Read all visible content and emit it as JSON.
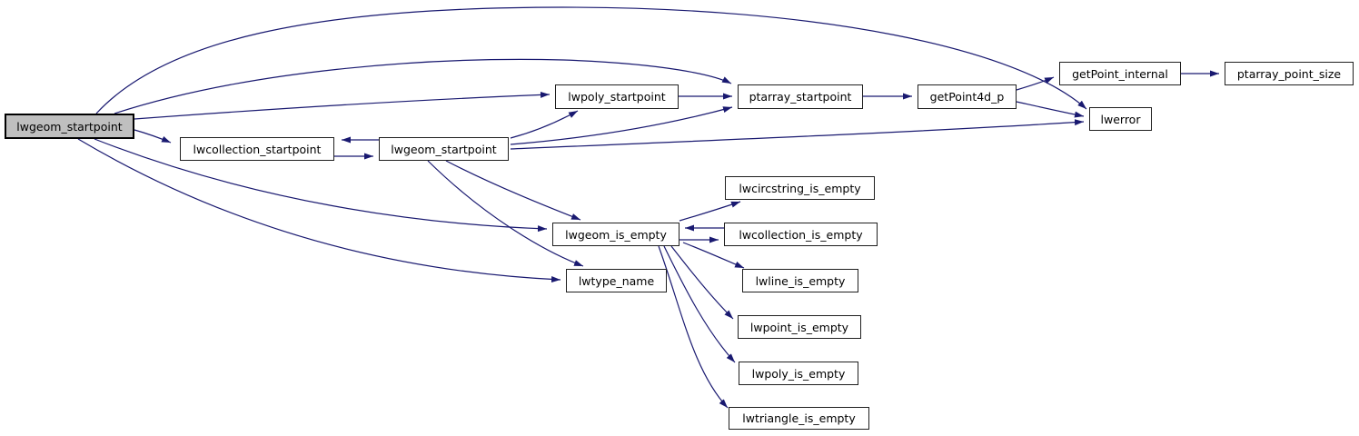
{
  "diagram": {
    "type": "call-graph",
    "edge_color": "#191970",
    "node_border_color": "#1f1f1f",
    "highlight_fill": "#bfbfbf",
    "nodes": [
      {
        "id": "lwgeom_startpoint_main",
        "label": "lwgeom_startpoint",
        "highlighted": true
      },
      {
        "id": "lwcollection_startpoint",
        "label": "lwcollection_startpoint",
        "highlighted": false
      },
      {
        "id": "lwgeom_startpoint",
        "label": "lwgeom_startpoint",
        "highlighted": false
      },
      {
        "id": "lwpoly_startpoint",
        "label": "lwpoly_startpoint",
        "highlighted": false
      },
      {
        "id": "ptarray_startpoint",
        "label": "ptarray_startpoint",
        "highlighted": false
      },
      {
        "id": "getPoint4d_p",
        "label": "getPoint4d_p",
        "highlighted": false
      },
      {
        "id": "getPoint_internal",
        "label": "getPoint_internal",
        "highlighted": false
      },
      {
        "id": "ptarray_point_size",
        "label": "ptarray_point_size",
        "highlighted": false
      },
      {
        "id": "lwerror",
        "label": "lwerror",
        "highlighted": false
      },
      {
        "id": "lwgeom_is_empty",
        "label": "lwgeom_is_empty",
        "highlighted": false
      },
      {
        "id": "lwcollection_is_empty",
        "label": "lwcollection_is_empty",
        "highlighted": false
      },
      {
        "id": "lwtype_name",
        "label": "lwtype_name",
        "highlighted": false
      },
      {
        "id": "lwcircstring_is_empty",
        "label": "lwcircstring_is_empty",
        "highlighted": false
      },
      {
        "id": "lwline_is_empty",
        "label": "lwline_is_empty",
        "highlighted": false
      },
      {
        "id": "lwpoint_is_empty",
        "label": "lwpoint_is_empty",
        "highlighted": false
      },
      {
        "id": "lwpoly_is_empty",
        "label": "lwpoly_is_empty",
        "highlighted": false
      },
      {
        "id": "lwtriangle_is_empty",
        "label": "lwtriangle_is_empty",
        "highlighted": false
      }
    ],
    "edges": [
      {
        "from": "lwgeom_startpoint_main",
        "to": "lwcollection_startpoint"
      },
      {
        "from": "lwgeom_startpoint",
        "to": "lwcollection_startpoint"
      },
      {
        "from": "lwcollection_startpoint",
        "to": "lwgeom_startpoint"
      },
      {
        "from": "lwgeom_startpoint_main",
        "to": "lwpoly_startpoint"
      },
      {
        "from": "lwgeom_startpoint",
        "to": "lwpoly_startpoint"
      },
      {
        "from": "lwgeom_startpoint_main",
        "to": "ptarray_startpoint"
      },
      {
        "from": "lwpoly_startpoint",
        "to": "ptarray_startpoint"
      },
      {
        "from": "lwgeom_startpoint",
        "to": "ptarray_startpoint"
      },
      {
        "from": "ptarray_startpoint",
        "to": "getPoint4d_p"
      },
      {
        "from": "getPoint4d_p",
        "to": "getPoint_internal"
      },
      {
        "from": "getPoint4d_p",
        "to": "lwerror"
      },
      {
        "from": "getPoint_internal",
        "to": "ptarray_point_size"
      },
      {
        "from": "lwgeom_startpoint_main",
        "to": "lwerror"
      },
      {
        "from": "lwgeom_startpoint",
        "to": "lwerror"
      },
      {
        "from": "lwgeom_startpoint_main",
        "to": "lwgeom_is_empty"
      },
      {
        "from": "lwgeom_startpoint",
        "to": "lwgeom_is_empty"
      },
      {
        "from": "lwgeom_startpoint_main",
        "to": "lwtype_name"
      },
      {
        "from": "lwgeom_startpoint",
        "to": "lwtype_name"
      },
      {
        "from": "lwgeom_is_empty",
        "to": "lwcircstring_is_empty"
      },
      {
        "from": "lwcollection_is_empty",
        "to": "lwgeom_is_empty"
      },
      {
        "from": "lwgeom_is_empty",
        "to": "lwcollection_is_empty"
      },
      {
        "from": "lwgeom_is_empty",
        "to": "lwline_is_empty"
      },
      {
        "from": "lwgeom_is_empty",
        "to": "lwpoint_is_empty"
      },
      {
        "from": "lwgeom_is_empty",
        "to": "lwpoly_is_empty"
      },
      {
        "from": "lwgeom_is_empty",
        "to": "lwtriangle_is_empty"
      }
    ]
  }
}
